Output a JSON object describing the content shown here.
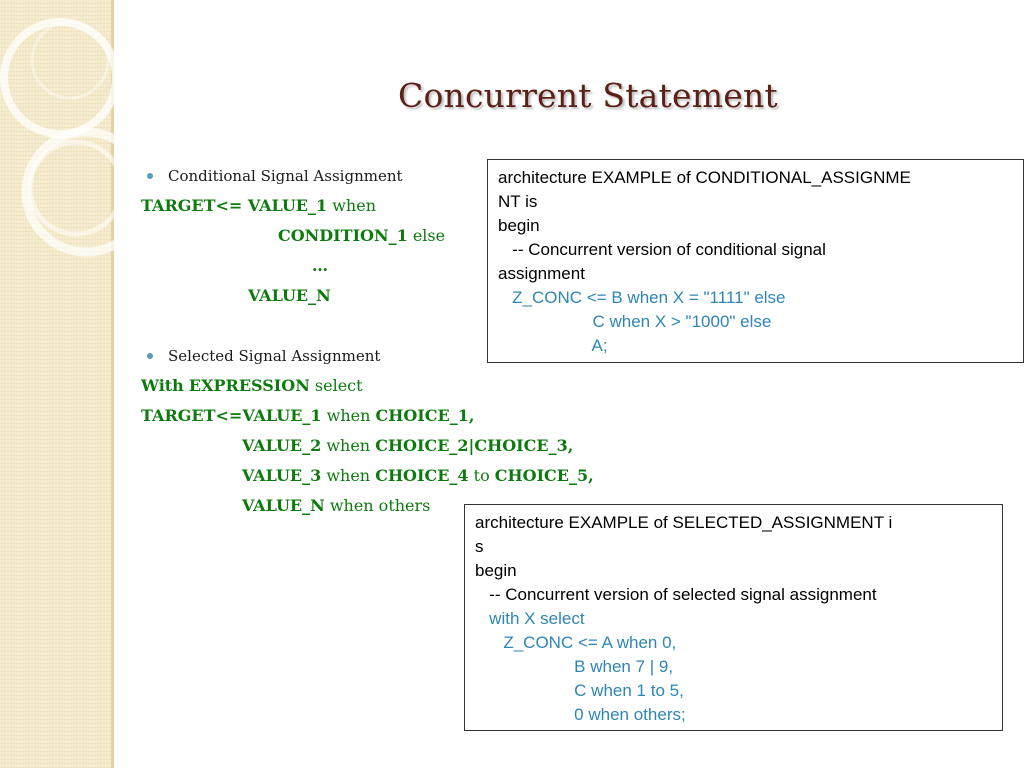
{
  "slide": {
    "title": "Concurrent Statement",
    "conditional": {
      "bullet": "Conditional Signal Assignment",
      "lines": [
        {
          "bold1": "TARGET<= VALUE_1",
          "kw": " when",
          "bold2": ""
        },
        {
          "bold1": "CONDITION_1",
          "kw": " else",
          "bold2": ""
        },
        {
          "bold1": "…",
          "kw": "",
          "bold2": ""
        },
        {
          "bold1": "VALUE_N",
          "kw": "",
          "bold2": ""
        }
      ]
    },
    "selected": {
      "bullet": "Selected Signal Assignment",
      "lines": [
        {
          "bold1": "With",
          "kw": " ",
          "bold2": "EXPRESSION",
          "kw2": " select"
        },
        {
          "bold1": "TARGET<=VALUE_1",
          "kw": " when ",
          "bold2": "CHOICE_1,",
          "kw2": ""
        },
        {
          "bold1": "VALUE_2",
          "kw": " when ",
          "bold2": "CHOICE_2|CHOICE_3,",
          "kw2": ""
        },
        {
          "bold1": "VALUE_3",
          "kw": " when ",
          "bold2": "CHOICE_4",
          "kw2": " to ",
          "bold3": "CHOICE_5,"
        },
        {
          "bold1": "VALUE_N",
          "kw": " when others",
          "bold2": "",
          "kw2": ""
        }
      ]
    },
    "code_box_1": {
      "lines": [
        "architecture EXAMPLE of CONDITIONAL_ASSIGNME",
        "NT is",
        "begin",
        "   -- Concurrent version of conditional signal",
        "assignment",
        "   Z_CONC <= B when X = \"1111\" else",
        "                    C when X > \"1000\" else",
        "                    A;"
      ]
    },
    "code_box_2": {
      "lines": [
        "architecture EXAMPLE of SELECTED_ASSIGNMENT i",
        "s",
        "begin",
        "   -- Concurrent version of selected signal assignment",
        "   with X select",
        "      Z_CONC <= A when 0,",
        "                     B when 7 | 9,",
        "                     C when 1 to 5,",
        "                     0 when others;"
      ]
    },
    "colors": {
      "title": "#5b2116",
      "green_text": "#0d7a0d",
      "code_blue": "#2f86b4",
      "bullet_dot": "#5a9bb8",
      "left_strip": "#f4e9c8"
    }
  }
}
